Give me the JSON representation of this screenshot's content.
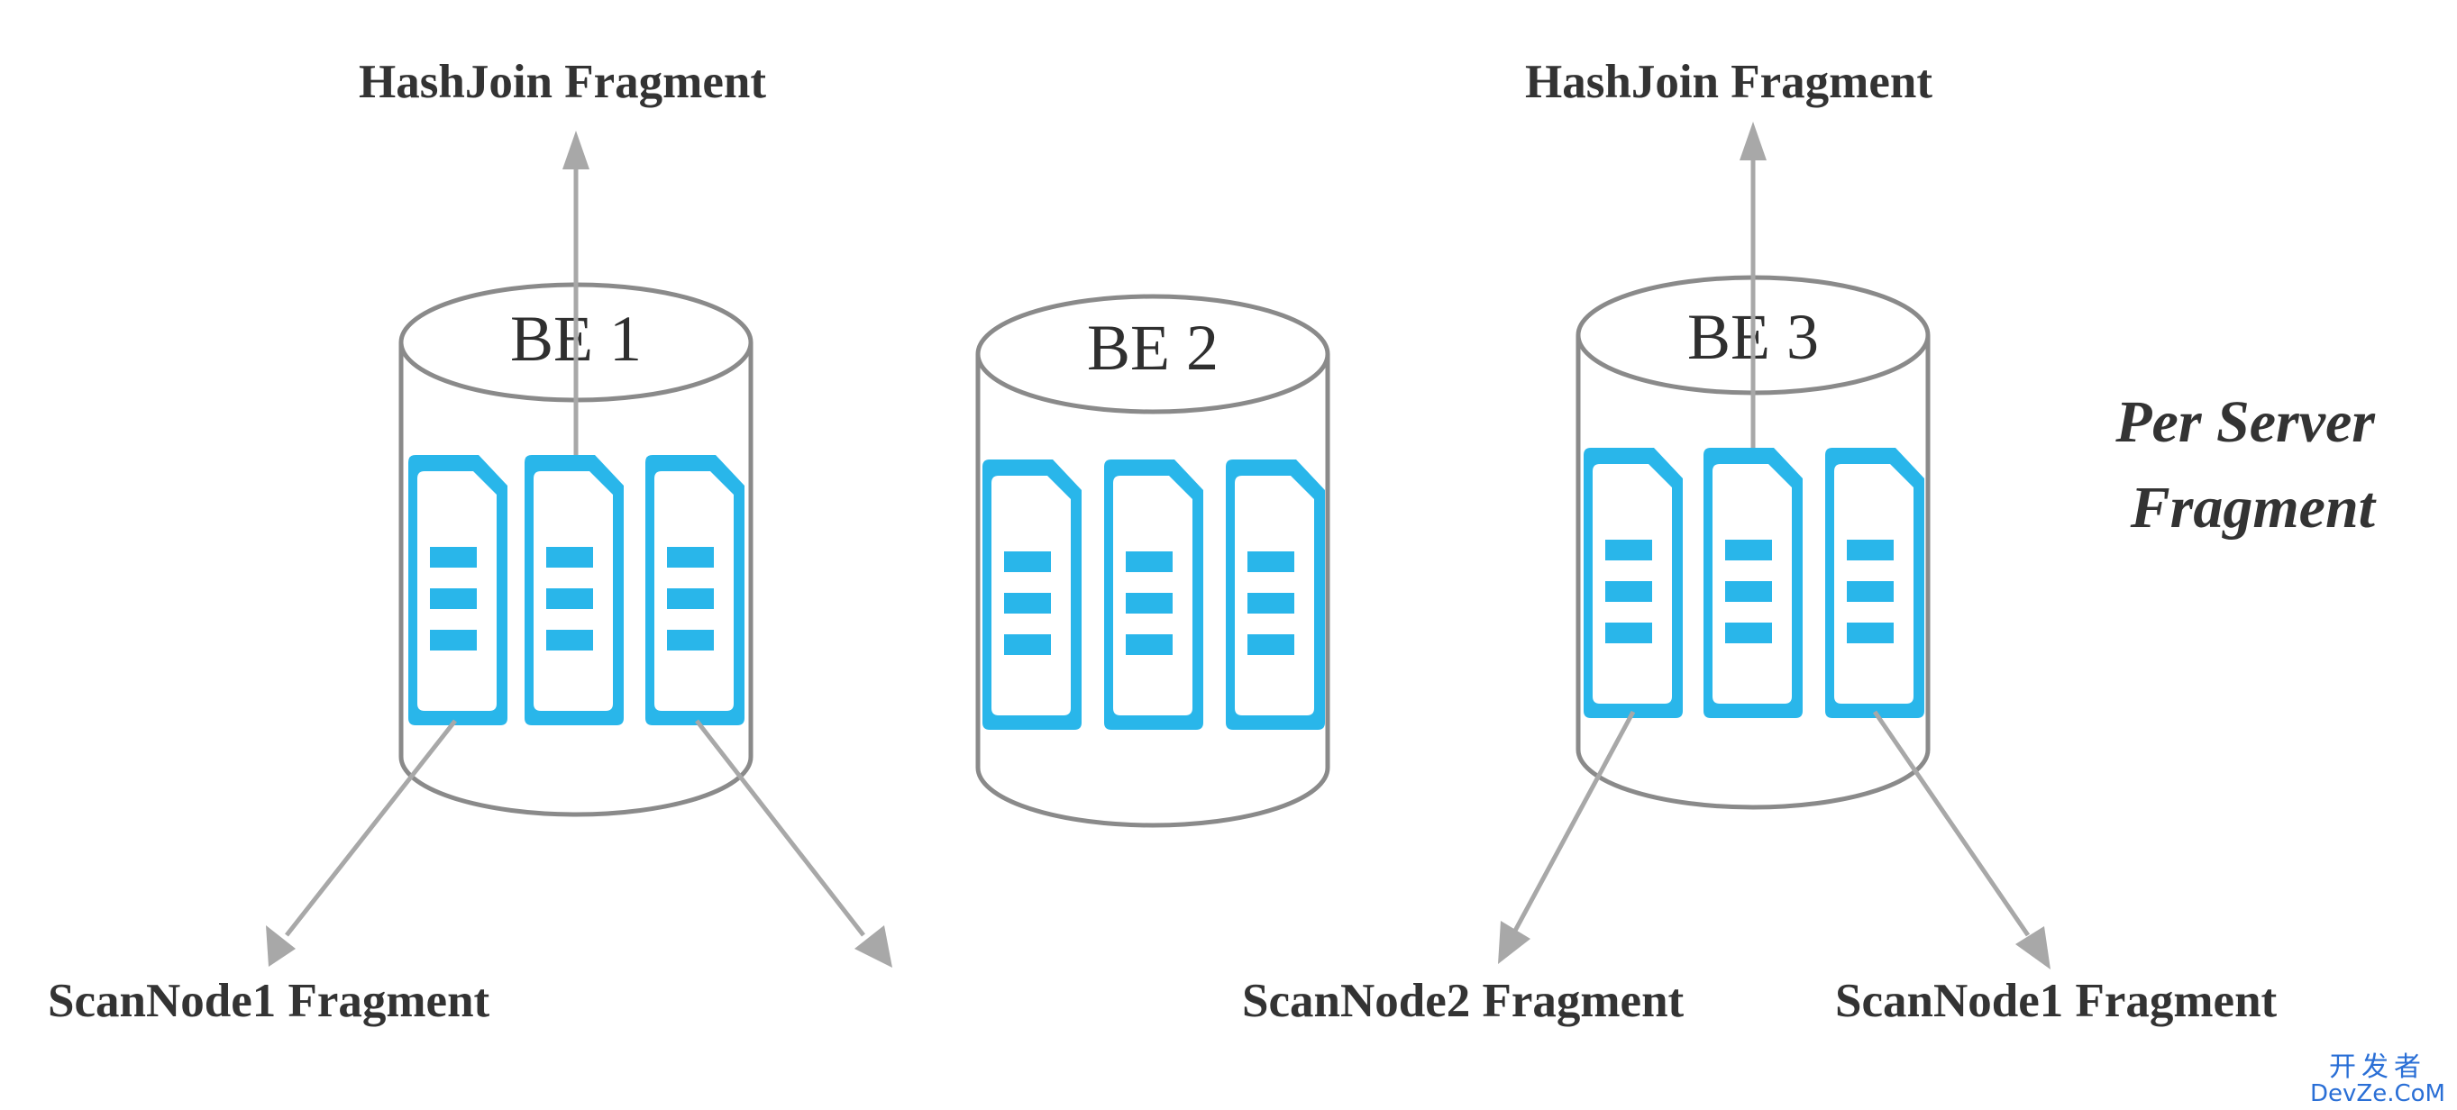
{
  "labels": {
    "hashjoin_left": "HashJoin Fragment",
    "hashjoin_right": "HashJoin Fragment",
    "scan_left": "ScanNode1 Fragment",
    "scan_mid": "ScanNode2 Fragment",
    "scan_right": "ScanNode1 Fragment",
    "per_server_line1": "Per Server",
    "per_server_line2": "Fragment"
  },
  "backends": [
    {
      "label": "BE 1"
    },
    {
      "label": "BE 2"
    },
    {
      "label": "BE 3"
    }
  ],
  "watermark": {
    "cn": "开发者",
    "en": "DevZe.CoM"
  },
  "colors": {
    "document": "#29b6ea",
    "arrow": "#a8a8a8",
    "cylinder": "#8a8a8a",
    "text": "#333333",
    "watermark": "#2a6fd6"
  },
  "icons": {
    "document": "document-icon",
    "arrow": "arrow-head"
  }
}
